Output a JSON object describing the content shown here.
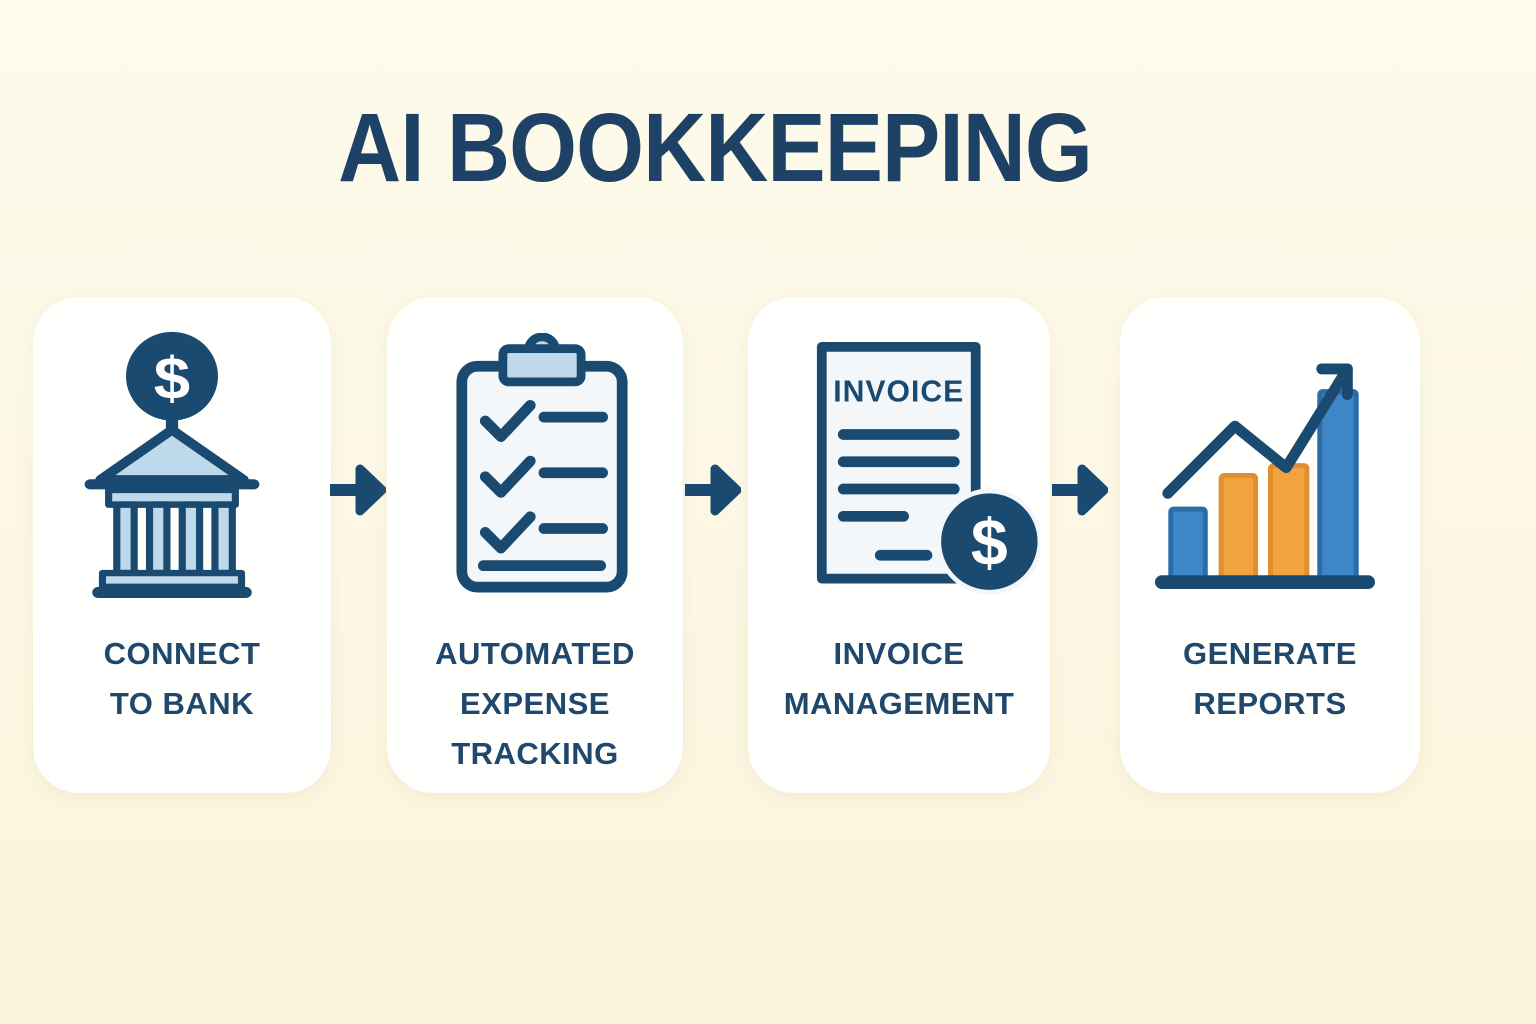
{
  "title": "AI BOOKKEEPING",
  "symbols": {
    "dollar": "$"
  },
  "colors": {
    "navy": "#1b4a70",
    "title_text": "#1e4166",
    "label_text": "#20486c",
    "light_blue": "#bfd9ec",
    "paper": "#f3f7f9",
    "bar_blue": "#3e86c5",
    "bar_blue_border": "#2a6ca9",
    "orange": "#f2a340",
    "orange_border": "#de8f2e",
    "background_top": "#fefbec",
    "background_bottom": "#faf4dc",
    "card": "#fffffe"
  },
  "steps": [
    {
      "label": "CONNECT\nTO BANK",
      "icon": "bank-dollar-icon"
    },
    {
      "label": "AUTOMATED\nEXPENSE\nTRACKING",
      "icon": "checklist-clipboard-icon"
    },
    {
      "label": "INVOICE\nMANAGEMENT",
      "icon": "invoice-dollar-icon",
      "icon_label": "INVOICE"
    },
    {
      "label": "GENERATE\nREPORTS",
      "icon": "bar-chart-growth-icon"
    }
  ],
  "flow": {
    "arrow_count": 3,
    "direction": "left-to-right"
  }
}
